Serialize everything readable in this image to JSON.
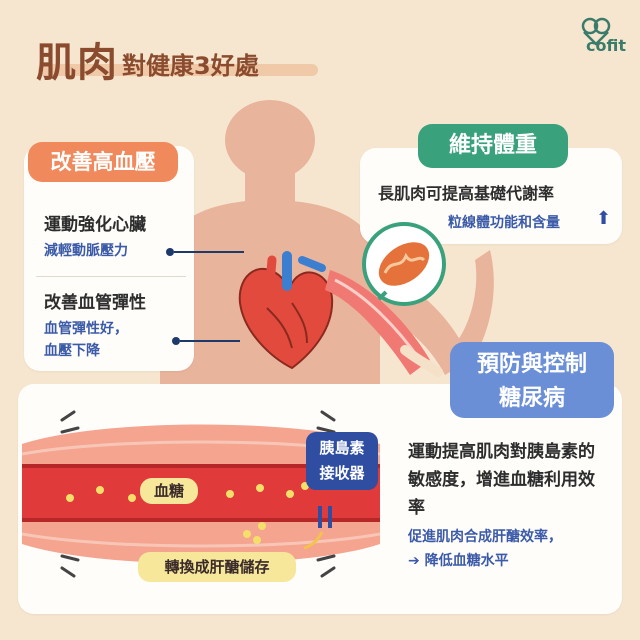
{
  "header": {
    "title_main": "肌肉",
    "title_sub": "對健康3好處"
  },
  "brand": {
    "logo_text": "cofit",
    "accent": "#3b7b6a"
  },
  "left_card": {
    "tag": "改善高血壓",
    "sections": [
      {
        "title": "運動強化心臟",
        "desc": "減輕動脈壓力"
      },
      {
        "title": "改善血管彈性",
        "desc": "血管彈性好，\n血壓下降"
      }
    ]
  },
  "top_right_card": {
    "tag": "維持體重",
    "line1": "長肌肉可提高基礎代謝率",
    "line2": "粒線體功能和含量",
    "arrow": "⬆"
  },
  "bottom_panel": {
    "tag": "預防與控制\n糖尿病",
    "receptor": "胰島素\n接收器",
    "blood_sugar": "血糖",
    "storage": "轉換成肝醣儲存",
    "text_main": "運動提高肌肉對胰島素的敏感度，增進血糖利用效率",
    "text_blue_1": "促進肌肉合成肝醣效率，",
    "text_blue_2": "➔ 降低血糖水平"
  },
  "colors": {
    "background": "#f7e6cf",
    "tag_orange": "#f08a5d",
    "tag_green": "#3aa17d",
    "tag_blue": "#6b8fd6",
    "dark_text": "#2d2d2d",
    "blue_text": "#3b5aa8"
  }
}
